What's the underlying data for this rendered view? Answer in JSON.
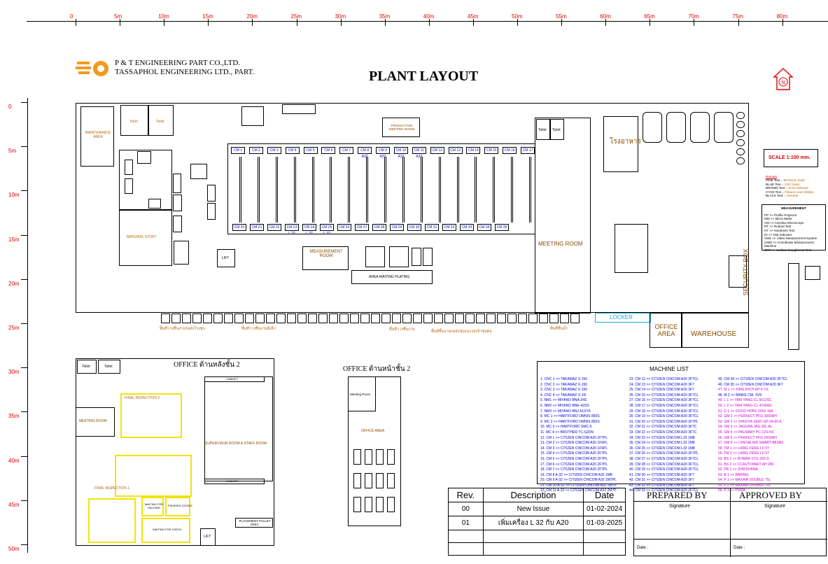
{
  "ruler": {
    "ticks": [
      "0",
      "5m",
      "10m",
      "15m",
      "20m",
      "25m",
      "30m",
      "35m",
      "40m",
      "45m",
      "50m",
      "55m",
      "60m",
      "65m",
      "70m",
      "75m",
      "80m"
    ],
    "left_ticks": [
      "0",
      "5m",
      "10m",
      "15m",
      "20m",
      "25m",
      "30m",
      "35m",
      "40m",
      "45m",
      "50m"
    ]
  },
  "company": {
    "line1": "P & T  ENGINEERING PART CO.,LTD.",
    "line2": "TASSAPHOL  ENGINEERING LTD., PART."
  },
  "title": "PLANT  LAYOUT",
  "scale": "SCALE 1:100  mm.",
  "remark": {
    "title": "Remark",
    "rows": [
      {
        "key": "PINK Text",
        "val": "= MANUAL Dept."
      },
      {
        "key": "BLUE Text",
        "val": "= CNC Dept."
      },
      {
        "key": "BROWN Text",
        "val": "= Area Indicator"
      },
      {
        "key": "CYAN Text",
        "val": "= Fixtures and Utilities"
      },
      {
        "key": "BLACK Text",
        "val": "= General"
      }
    ]
  },
  "measurement": {
    "title": "MEASUREMENT",
    "rows": [
      {
        "key": "PP",
        "val": ">> Profile Projector"
      },
      {
        "key": "MM",
        "val": ">> Micro Meter"
      },
      {
        "key": "AM",
        "val": ">> Anyview Microscope"
      },
      {
        "key": "RT",
        "val": ">> Roamd Test"
      },
      {
        "key": "HT",
        "val": ">> Hardness Test"
      },
      {
        "key": "DI",
        "val": ">> Dial Indicator"
      },
      {
        "key": "VMS",
        "val": ">> Video Measurement System"
      },
      {
        "key": "CMM",
        "val": ">> Coordinate Measurement Machine"
      },
      {
        "key": "SRT",
        "val": ">> Surface Roughness Test"
      }
    ]
  },
  "areas": {
    "maintenance": "MAINTENANCE AREA",
    "toilet": "Toilet",
    "material_store": "MATERIAL STORT",
    "production_room": "PRODUCTION MEETING ROOM",
    "meeting_room": "MEETING ROOM",
    "measurement_room": "MEASUREMENT ROOM",
    "area_waiting_plating": "AREA WAITING PLATING",
    "lift": "LIFT",
    "security": "SECURITY BOX",
    "locker": "LOCKER",
    "office_area": "OFFICE AREA",
    "warehouse": "WAREHOUSE",
    "office_rear": "OFFICE ด้านหลังชั้น 2",
    "office_front": "OFFICE ด้านหน้าชั้น 2",
    "final_inspection_2": "FINAL INSPECTION 2",
    "final_inspection_1": "FINAL INSPECTION 1",
    "meeting_room_office": "MEETING ROOM",
    "supervisor_room": "SUPERVISOR ROOM & STAFF ROOM",
    "placement_pallet": "PLACEMENT PALLET AREA.",
    "office_area_front": "OFFICE AREA",
    "meeting_room_small": "Meeting Room",
    "cabinet": "CABINET",
    "waiting_for_check": "WAITING FOR CHECK",
    "waiting_for_packing": "WAITING FOR PACKING",
    "finished_goods": "FINISHED GOODS",
    "thai_area": "โรงอาหาร",
    "bottom_label_1": "พื้นที่วางชิ้นงานรอส่งโรงชุบ",
    "bottom_label_2": "พื้นที่วางชิ้นงานอิเล็ก",
    "bottom_label_3": "พื้นที่วางชิ้นงาน",
    "bottom_label_4": "พื้นที่ชิ้นงานรอส่งชุบและรอเข้าชุบต่อ",
    "bottom_label_5": "พื้นที่ชิ้นน้ำ"
  },
  "machines_top": [
    "CM 17",
    "CM 16",
    "CM 15",
    "CM 14",
    "CM 13",
    "CM 12",
    "CM 11 A32",
    "CM 10 A32",
    "CM 9 A32",
    "CM 8 A32",
    "CM 7",
    "CM 6",
    "CM 5",
    "CM 4",
    "CM 3",
    "CM 2",
    "CM 1"
  ],
  "machines_bottom": [
    "CM 35",
    "CM 34",
    "CM 33",
    "CM 32",
    "CM 31",
    "CM 30",
    "CM 29",
    "CM 28",
    "CM 27",
    "CM 26",
    "CM 25 L 32",
    "CM 24 L 32",
    "CM 23 L 32",
    "CM 22",
    "CM 21",
    "CM 20"
  ],
  "machine_list": {
    "title": "MACHINE  LIST",
    "col1": [
      "1. CNC 1 >> TAKAMAZ X-150",
      "2. CNC 2 >> TAKAMAZ X-150",
      "3. CNC 3 >> TAKAMAZ X-150",
      "4. CNC 4 >> TAKAMAZ X-10i",
      "5. NM1 >> MIYANO BNA-34S",
      "6. NM2 >> MIYANO BNE-42SS",
      "7. NM3 >> MIYANO BNJ-51SY6",
      "8. MC 1 >> HARTFORD OMNIS 850S",
      "9. MC 2 >> HARTFORD OMNIS 850S",
      "10. MC 3 >> HARTFORD SMC-5",
      "11. MC 4 >> BROTHER TC-S2DN",
      "12. CM 1 >> CITIZEN CINCOM A20 2F7PL",
      "13. CM 2 >> CITIZEN CINCOM A20 1F6PL",
      "14. CM 3 >> CITIZEN CINCOM A20 1F6PL",
      "15. CM 4 >> CITIZEN CINCOM A20 2F7PL",
      "16. CM 5 >> CITIZEN CINCOM A20 2F7PL",
      "17. CM 6 >> CITIZEN CINCOM A20 2F7PL",
      "18. CM 7 >> CITIZEN CINCOM A20 2F7PL",
      "19. CM 8 A-32 >> CITIZEN CINCOM A32 1M8",
      "20. CM 9 A-32 >> CITIZEN CINCOM A32 1M7PL",
      "21. CM 10 A-32 >> CITIZEN CINCOM A32 2M7P",
      "22. CM 11 A-32 >> CITIZEN CINCOM A32 2M7P"
    ],
    "col2": [
      "23. CM 12 >> CITIZEN CINCOM A20 2F7CL",
      "24. CM 13 >> CITIZEN CINCOM A20 3F7",
      "25. CM 14 >> CITIZEN CINCOM A20 3F7",
      "26. CM 15 >> CITIZEN CINCOM A20 3F7CL",
      "27. CM 16 >> CITIZEN CINCOM A20 3F7CL",
      "28. CM 17 >> CITIZEN CINCOM A20 3F7CL",
      "29. CM 18 >> CITIZEN CINCOM A20 3F7CL",
      "30. CM 19 >> CITIZEN CINCOM A20 3F7CL",
      "31. CM 20 >> CITIZEN CINCOM A20 2F7PL",
      "32. CM 21 >> CITIZEN CINCOM A20 3F7C",
      "33. CM 22 >> CITIZEN CINCOM A20 3F7C",
      "34. CM 23 >> CITIZEN CINCOM L32 1M8",
      "35. CM 24 >> CITIZEN CINCOM L32 1M8",
      "36. CM 25 >> CITIZEN CINCOM L32 1M8",
      "37. CM 26 >> CITIZEN CINCOM A20 2F7PL",
      "38. CM 27 >> CITIZEN CINCOM A20 3F7CL",
      "39. CM 28 >> CITIZEN CINCOM A20 3F7CL",
      "40. CM 29 >> CITIZEN CINCOM A20 2F7CL",
      "41. CM 30 >> CITIZEN CINCOM A20 3F7",
      "42. CM 31 >> CITIZEN CINCOM A20 3F7",
      "43. CM 32 >> CITIZEN CINCOM A20 3F7",
      "44. CM 33 >> CITIZEN CINCOM A20 2F7CL"
    ],
    "col3": [
      "45. CM 34 >> CITIZEN CINCOM A20 2F7CL",
      "46. CM 35 >> CITIZEN CINCOM A20 3F7",
      "47. M 1 >> KING RICH KP-4 VS",
      "48. M 2 >> MAIKE CM- 3VS",
      "49. L 1 >> YAM YANG-CL 5612SC",
      "50. L 2 >> YAM YANG-CL 4100AG",
      "51. D 1 >> GOOD HOPE GHD-16A",
      "52. GM 1 >> PERFECT PFG-3060AH",
      "53. GM 2 >> SHIGIYA SEIKI GP-24-60 A",
      "54. GM 3 >> JAGURA JAG.35L.AL",
      "55. GM 4 >> PALMARY PC-12S-NC",
      "56. GM 5 >> PERFECT PFG-2550AH",
      "57. GM 6 >> CHEVALIER SMART-B818III",
      "58. TM 1 >> LIANG FENG LF-5T",
      "59. TM 2 >> LIANG FENG LF-5T",
      "60. BS 1 >> BOMAR STG 250 G",
      "61. BS 2 >> CCAUTOPART AH 280",
      "62. PR 1 >> SHIKISHIMA",
      "63. B 1 >> BARREL",
      "64. P 1 >> MAXAIR DOUBLE 75L",
      "65. P 2 >> MAXAIR DOUBLE 75L",
      "66. P 3 >> PUMA"
    ]
  },
  "revisions": {
    "headers": [
      "Rev.",
      "Description",
      "Date"
    ],
    "rows": [
      {
        "rev": "00",
        "desc": "New Issue",
        "date": "01-02-2024"
      },
      {
        "rev": "01",
        "desc": "เพิ่มเครื่อง L 32 กับ A20",
        "date": "01-03-2025"
      }
    ]
  },
  "signoff": {
    "prepared": "PREPARED BY",
    "approved": "APPROVED BY",
    "signature": "Signature",
    "date": "Date :"
  }
}
